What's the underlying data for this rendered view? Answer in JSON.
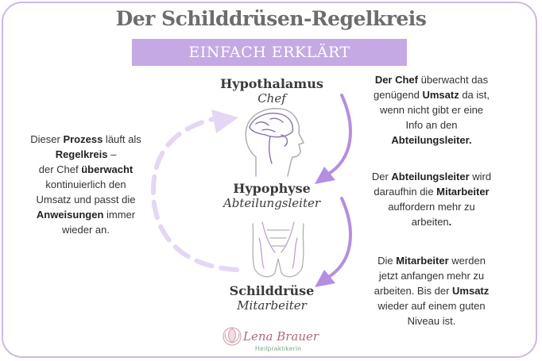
{
  "header": {
    "title": "Der Schilddrüsen-Regelkreis",
    "subtitle": "EINFACH ERKLÄRT"
  },
  "nodes": [
    {
      "name": "Hypothalamus",
      "role": "Chef",
      "icon": "brain-head-icon"
    },
    {
      "name": "Hypophyse",
      "role": "Abteilungsleiter",
      "icon": "none"
    },
    {
      "name": "Schilddrüse",
      "role": "Mitarbeiter",
      "icon": "thyroid-icon"
    }
  ],
  "left_text": {
    "l1a": "Dieser ",
    "l1b": "Prozess",
    "l1c": " läuft als",
    "l2a": "Regelkreis",
    "l2b": " –",
    "l3a": "der Chef ",
    "l3b": "überwacht",
    "l4": "kontinuierlich den",
    "l5": "Umsatz und passt die",
    "l6a": "Anweisungen",
    "l6b": " immer",
    "l7": "wieder an."
  },
  "right_text_1": {
    "l1a": "Der Chef",
    "l1b": " überwacht das",
    "l2a": "genügend ",
    "l2b": "Umsatz",
    "l2c": " da ist,",
    "l3": "wenn nicht gibt er eine",
    "l4": "Info an den",
    "l5": "Abteilungsleiter."
  },
  "right_text_2": {
    "l1a": "Der ",
    "l1b": "Abteilungsleiter",
    "l1c": " wird",
    "l2a": "daraufhin die ",
    "l2b": "Mitarbeiter",
    "l3": "auffordern mehr zu",
    "l4a": "arbeiten",
    "l4b": "."
  },
  "right_text_3": {
    "l1a": "Die ",
    "l1b": "Mitarbeiter",
    "l1c": " werden",
    "l2": "jetzt anfangen mehr zu",
    "l3a": "arbeiten. Bis der ",
    "l3b": "Umsatz",
    "l4": "wieder auf einem guten",
    "l5": "Niveau ist."
  },
  "logo": {
    "name": "Lena Brauer",
    "subtitle": "Heilpraktikerin",
    "icon": "lotus-icon"
  },
  "colors": {
    "accent": "#c5a9e4",
    "arrow": "#b48ee0",
    "dashed_arrow": "#e4d6f5",
    "title": "#6d6d6d"
  }
}
